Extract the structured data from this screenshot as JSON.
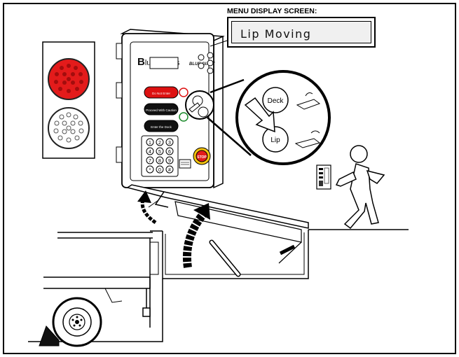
{
  "menu_display": {
    "title": "MENU DISPLAY SCREEN:",
    "text": "Lip Moving"
  },
  "controller": {
    "brand": "BlueGenius",
    "brand_prefix": "B",
    "brand_rest": "lueGenius",
    "model": "BLUE GIANT",
    "buttons": [
      "Do Not Enter",
      "Proceed With Caution",
      "Enter the Dock"
    ],
    "keypad": [
      "1",
      "2",
      "3",
      "4",
      "5",
      "6",
      "7",
      "8",
      "9",
      "*",
      "0",
      "#"
    ],
    "stop_label": "STOP"
  },
  "callout": {
    "deck_label": "Deck",
    "lip_label": "Lip"
  },
  "colors": {
    "red_light": "#e31b1b",
    "stop_red": "#e31b1b",
    "stop_ring": "#f4c20d",
    "line": "#000000"
  },
  "icons": [
    "red-traffic-light-icon",
    "white-traffic-light-icon",
    "curved-arrow-icon",
    "operator-figure-icon",
    "truck-wheel-icon"
  ]
}
